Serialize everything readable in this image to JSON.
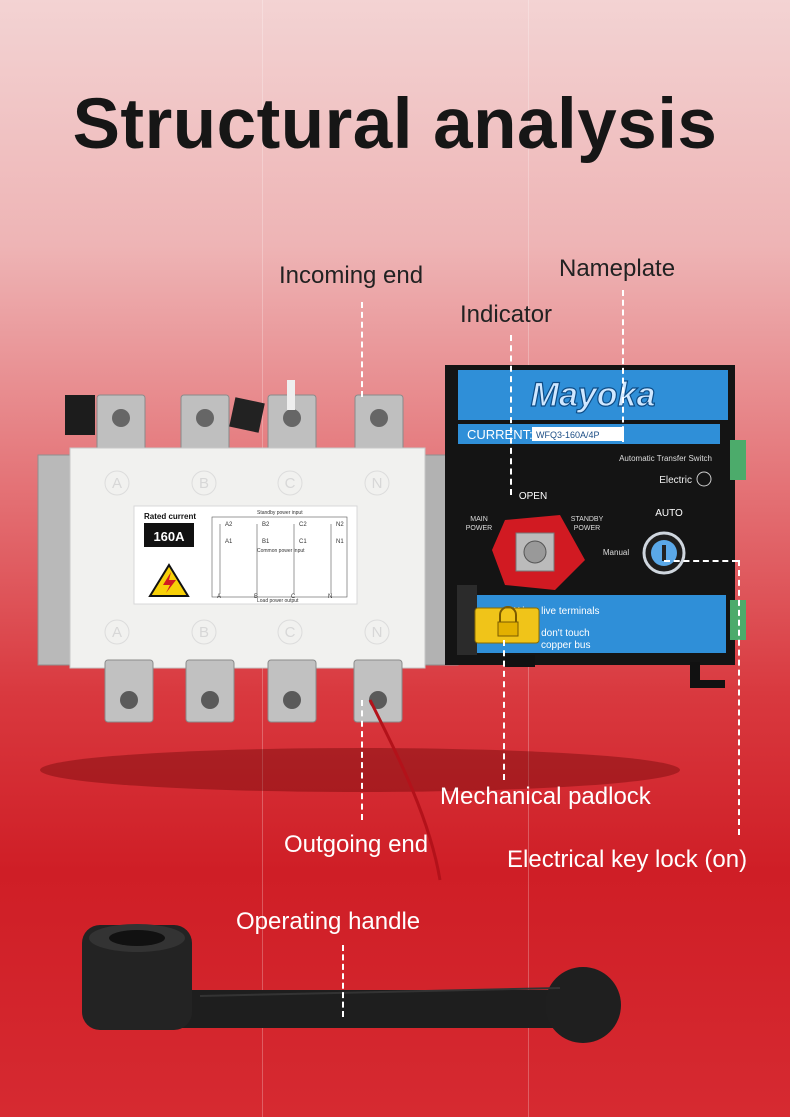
{
  "title": "Structural analysis",
  "callouts": {
    "incoming_end": "Incoming end",
    "nameplate": "Nameplate",
    "indicator": "Indicator",
    "mechanical_padlock": "Mechanical padlock",
    "outgoing_end": "Outgoing end",
    "electrical_key_lock": "Electrical key lock (on)",
    "operating_handle": "Operating handle"
  },
  "device": {
    "brand": "Mayoka",
    "current_label": "CURRENT:",
    "model": "WFQ3-160A/4P",
    "product_type": "Automatic Transfer Switch",
    "electric_label": "Electric",
    "open_label": "OPEN",
    "main_power_line1": "MAIN",
    "main_power_line2": "POWER",
    "standby_power_line1": "STANDBY",
    "standby_power_line2": "POWER",
    "auto_label": "AUTO",
    "manual_label": "Manual",
    "warning_line1": "W   ing, live  terminals",
    "warning_line2": "W   ing, don't  touch",
    "warning_line3": "copper bus",
    "rated_current_label": "Rated current",
    "rated_current_value": "160A",
    "standby_power_input": "Standby power input",
    "common_power_input": "Common power input",
    "load_power_output": "Load power output",
    "terminals_top": [
      "A2",
      "B2",
      "C2",
      "N2"
    ],
    "terminals_mid": [
      "A1",
      "B1",
      "C1",
      "N1"
    ],
    "terminals_bottom": [
      "A",
      "B",
      "C",
      "N"
    ],
    "phase_letters": [
      "A",
      "B",
      "C",
      "N"
    ]
  },
  "colors": {
    "panel_blue": "#2f8fd8",
    "knob_red": "#d11a22",
    "padlock_yellow": "#f0c419",
    "title_text": "#161616"
  }
}
